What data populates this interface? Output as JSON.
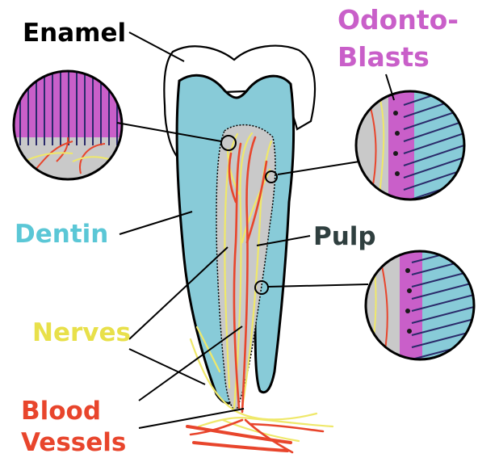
{
  "labels": {
    "enamel": "Enamel",
    "odonto": "Odonto-",
    "blasts": "Blasts",
    "dentin": "Dentin",
    "pulp": "Pulp",
    "nerves": "Nerves",
    "blood": "Blood",
    "vessels": "Vessels"
  },
  "colors": {
    "enamel": "#000000",
    "odontoblasts": "#c95fc9",
    "dentin": "#5bc7d6",
    "pulp": "#2f3f3f",
    "nerves": "#e8e04a",
    "blood_vessels": "#e8452c",
    "dentin_fill": "#88cbd8",
    "pulp_fill": "#c9c9c9"
  },
  "icons": {
    "crown_detail": "magnified-circle",
    "wall_detail": "magnified-circle",
    "root_detail": "magnified-circle"
  }
}
